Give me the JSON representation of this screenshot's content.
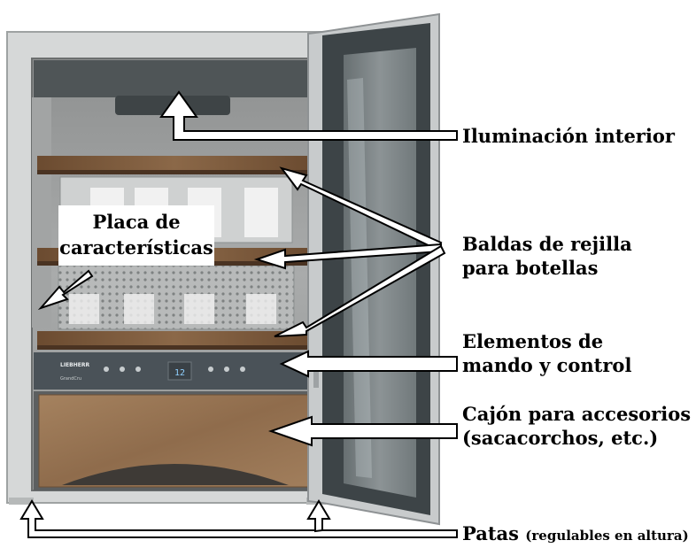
{
  "labels": {
    "lighting": "Iluminación interior",
    "shelves_line1": "Baldas de rejilla",
    "shelves_line2": "para botellas",
    "plate_line1": "Placa de",
    "plate_line2": "características",
    "controls_line1": "Elementos de",
    "controls_line2": "mando y control",
    "drawer_line1": "Cajón para accesorios",
    "drawer_line2": "(sacacorchos, etc.)",
    "feet_main": "Patas",
    "feet_sub": "(regulables en altura)"
  },
  "control_panel": {
    "brand": "LIEBHERR",
    "model": "GrandCru",
    "display": "12"
  },
  "colors": {
    "cabinet_frame": "#d6d8d8",
    "interior": "#9a9c9c",
    "shelf_wood": "#7a5a3e",
    "drawer_wood": "#9c7a5a",
    "control_panel": "#4a5258",
    "door_glass": "#7d8587"
  }
}
